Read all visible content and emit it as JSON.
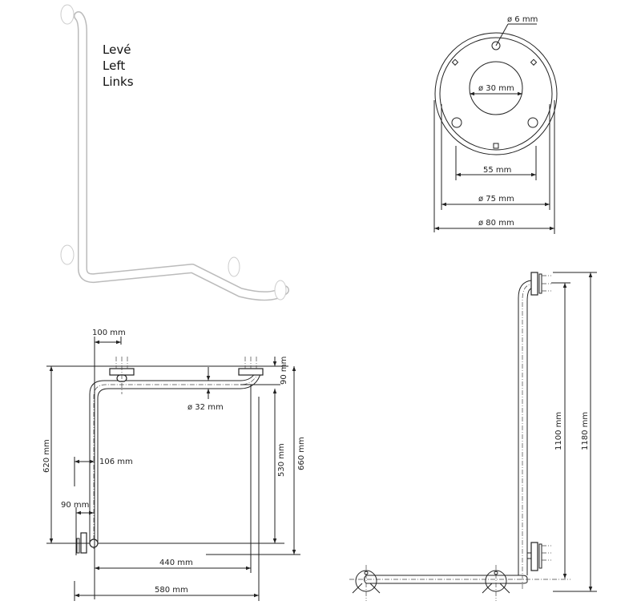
{
  "product_view": {
    "side_labels": [
      "Levé",
      "Left",
      "Links"
    ]
  },
  "flange_view": {
    "hole_diameter": "ø 6 mm",
    "inner_diameter": "ø 30 mm",
    "hole_spacing": "55 mm",
    "inner_ring_diameter": "ø 75 mm",
    "outer_diameter": "ø 80 mm"
  },
  "top_view": {
    "flange_offset": "100 mm",
    "top_offset": "90 mm",
    "tube_diameter": "ø 32 mm",
    "depth_left": "620 mm",
    "wall_offset_a": "106 mm",
    "wall_offset_b": "90 mm",
    "inner_depth": "530 mm",
    "total_depth": "660 mm",
    "inner_width": "440 mm",
    "total_width": "580 mm"
  },
  "side_view": {
    "inner_height": "1100 mm",
    "total_height": "1180 mm"
  }
}
